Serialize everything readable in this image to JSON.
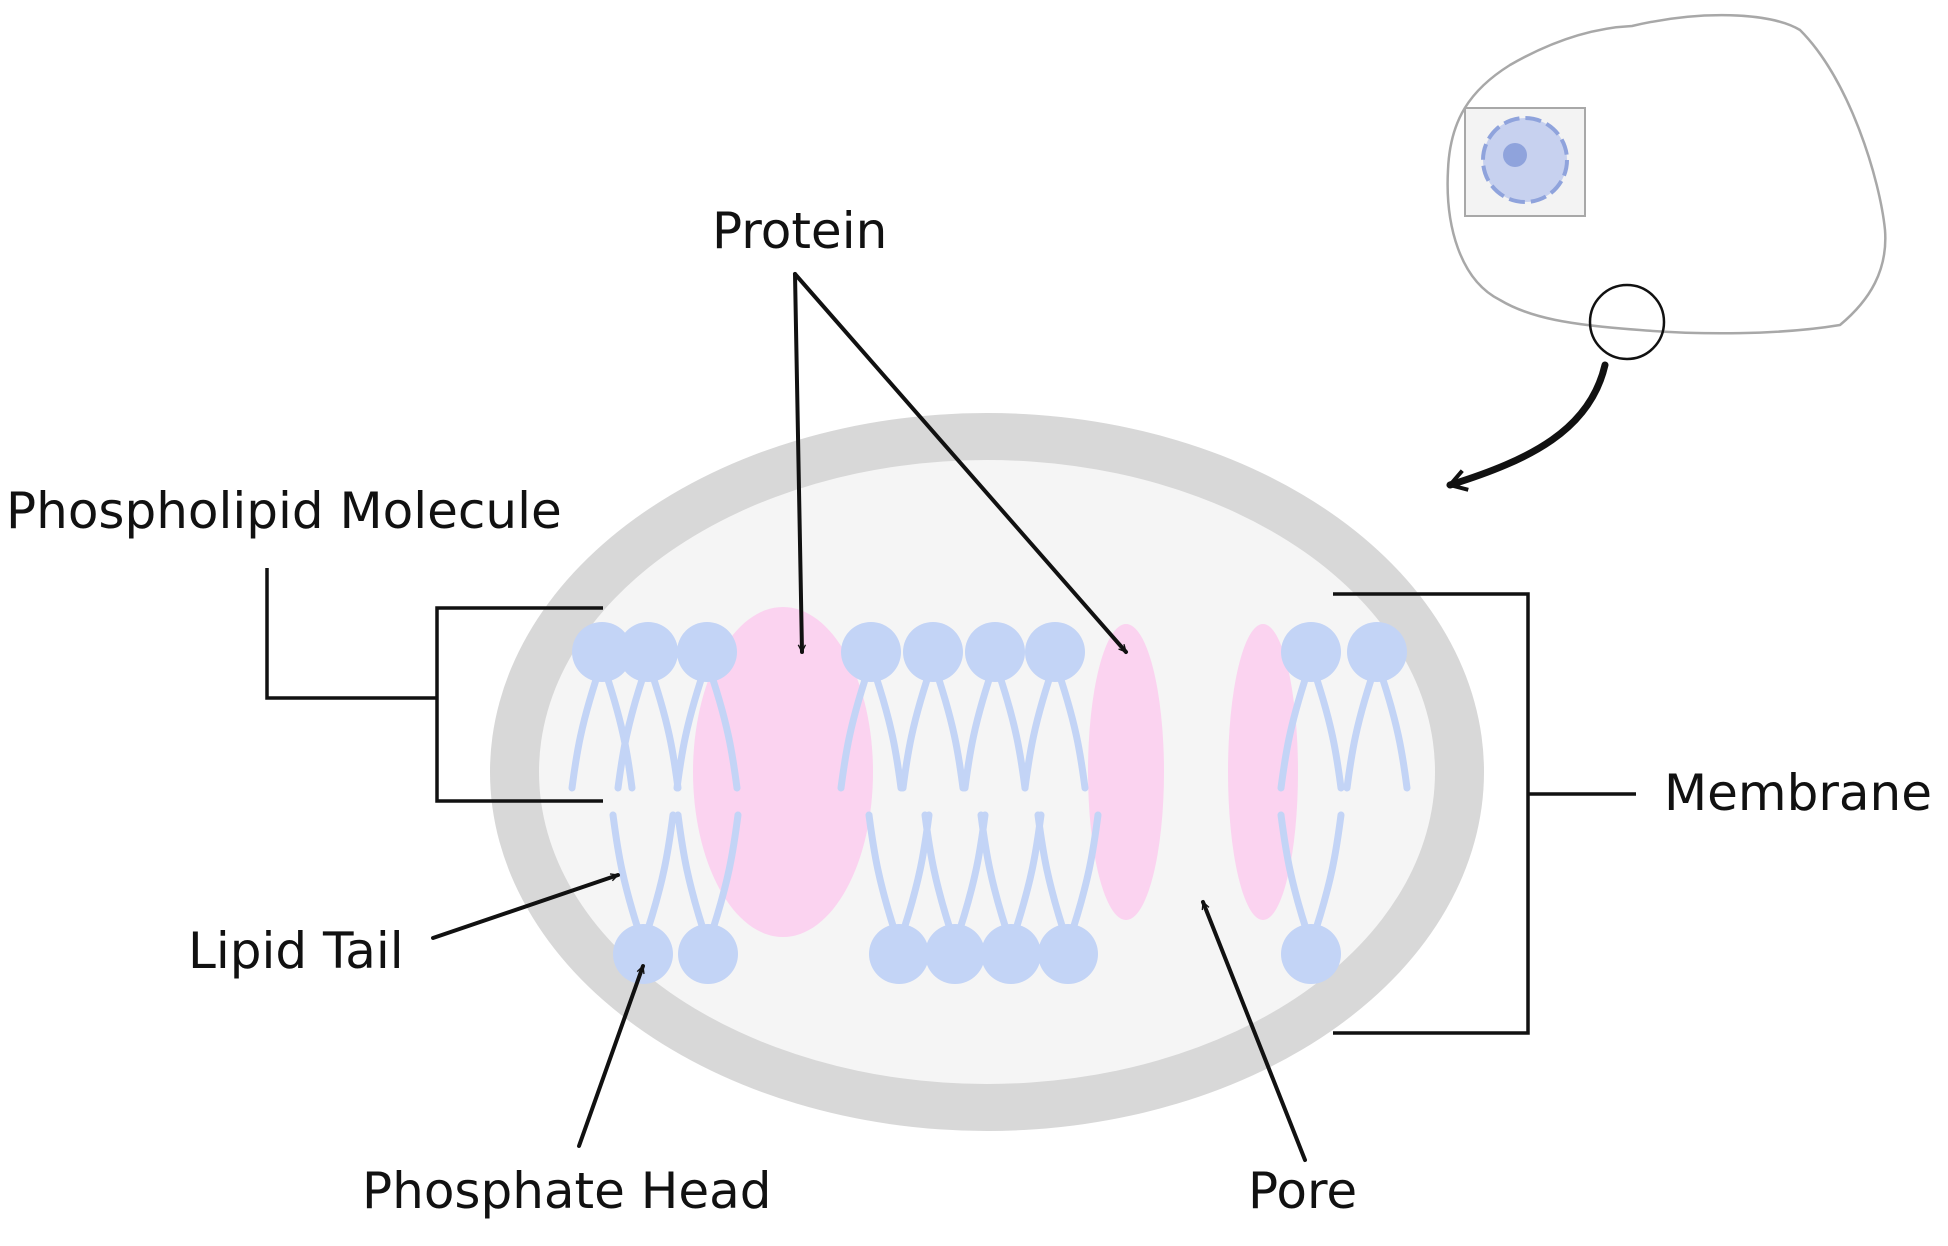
{
  "labels": {
    "protein": "Protein",
    "phospholipid_molecule": "Phospholipid Molecule",
    "membrane": "Membrane",
    "lipid_tail": "Lipid Tail",
    "phosphate_head": "Phosphate Head",
    "pore": "Pore"
  },
  "colors": {
    "phospholipid": "#c3d4f6",
    "protein": "#fbd3f0",
    "zoom_rim": "#d8d8d8",
    "zoom_fill": "#f5f5f5",
    "cell_outline": "#a8a8a8",
    "nucleus": "#c7d1ef",
    "nucleolus": "#8fa3dc",
    "ink": "#111111"
  },
  "icons": {
    "zoom_arrow": "curved-arrow-icon",
    "cell": "cell-outline-icon",
    "magnifier": "zoom-circle-icon"
  }
}
